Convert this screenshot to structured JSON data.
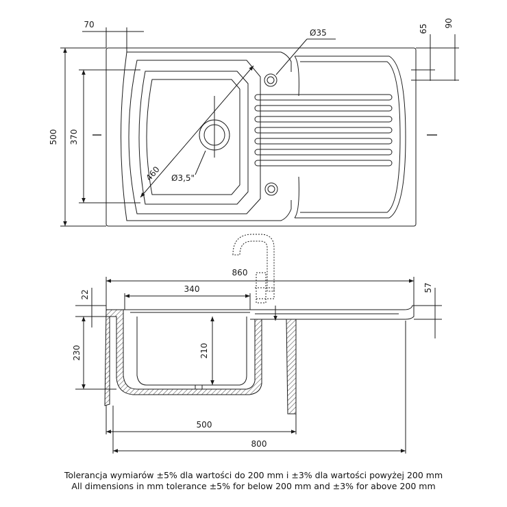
{
  "top_view": {
    "overall_depth": "500",
    "bowl_depth": "370",
    "rim_offset": "70",
    "front_offset_1": "65",
    "front_offset_2": "90",
    "hole_diameter": "Ø35",
    "drain_diameter": "Ø3,5\"",
    "bowl_diagonal": "460"
  },
  "side_view": {
    "overall_width": "860",
    "bowl_width": "340",
    "rim_height": "22",
    "total_height": "230",
    "bowl_inner_depth": "210",
    "drainer_depth": "57",
    "cabinet_width": "500",
    "base_width": "800"
  },
  "notes": {
    "polish": "Tolerancja wymiarów ±5% dla wartości do 200 mm i ±3% dla wartości powyżej 200 mm",
    "english": "All dimensions in mm tolerance ±5% for below 200 mm and ±3% for above 200 mm"
  },
  "colors": {
    "line": "#1a1a1a",
    "hatch": "#555555"
  }
}
